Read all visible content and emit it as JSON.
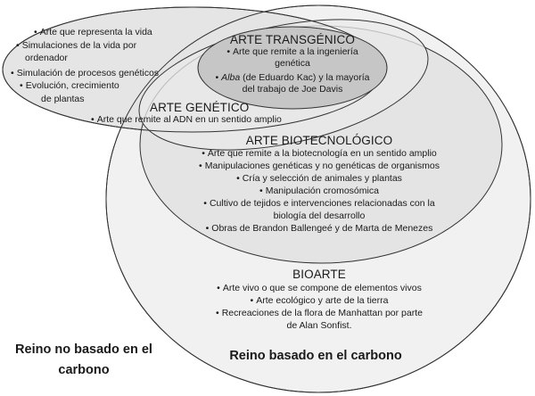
{
  "colors": {
    "background": "#ffffff",
    "bioarte_fill": "#f1f1f1",
    "non_carbon_fill": "#e3e3e3",
    "biotech_fill": "#e2e2e2",
    "genetic_fill": "#eaeaea",
    "transgenic_fill": "#c6c6c6",
    "outline": "#333333",
    "text": "#1a1a1a"
  },
  "non_carbon_set": {
    "items": [
      "Arte que representa la vida",
      "Simulaciones de la vida por",
      "ordenador",
      "Simulación de procesos genéticos",
      "Evolución, crecimiento",
      "de plantas"
    ]
  },
  "transgenic": {
    "title": "ARTE TRANSGÉNICO",
    "items": [
      {
        "line1": "Arte que remite a la ingeniería",
        "line2": "genética"
      },
      {
        "italic": "Alba",
        "line1_rest": " (de Eduardo Kac) y la mayoría",
        "line2": "del trabajo de Joe Davis"
      }
    ]
  },
  "genetic": {
    "title": "ARTE GENÉTICO",
    "items": [
      "Arte que remite al ADN en un sentido amplio"
    ]
  },
  "biotech": {
    "title": "ARTE BIOTECNOLÓGICO",
    "items": [
      "Arte que remite a la biotecnología en un sentido amplio",
      "Manipulaciones genéticas y no genéticas de organismos",
      "Cría y selección de animales y plantas",
      "Manipulación cromosómica",
      "Cultivo de tejidos e intervenciones relacionadas con la",
      "biología del desarrollo",
      "Obras de Brandon Ballengeé y de Marta de Menezes"
    ]
  },
  "bioarte": {
    "title": "BIOARTE",
    "items": [
      "Arte vivo o que se compone de elementos vivos",
      "Arte ecológico y arte de la tierra",
      "Recreaciones de la flora de Manhattan por parte",
      "de Alan Sonfist."
    ]
  },
  "realms": {
    "non_carbon_line1": "Reino no basado en el",
    "non_carbon_line2": "carbono",
    "carbon": "Reino basado en el carbono"
  },
  "bullet": "•"
}
